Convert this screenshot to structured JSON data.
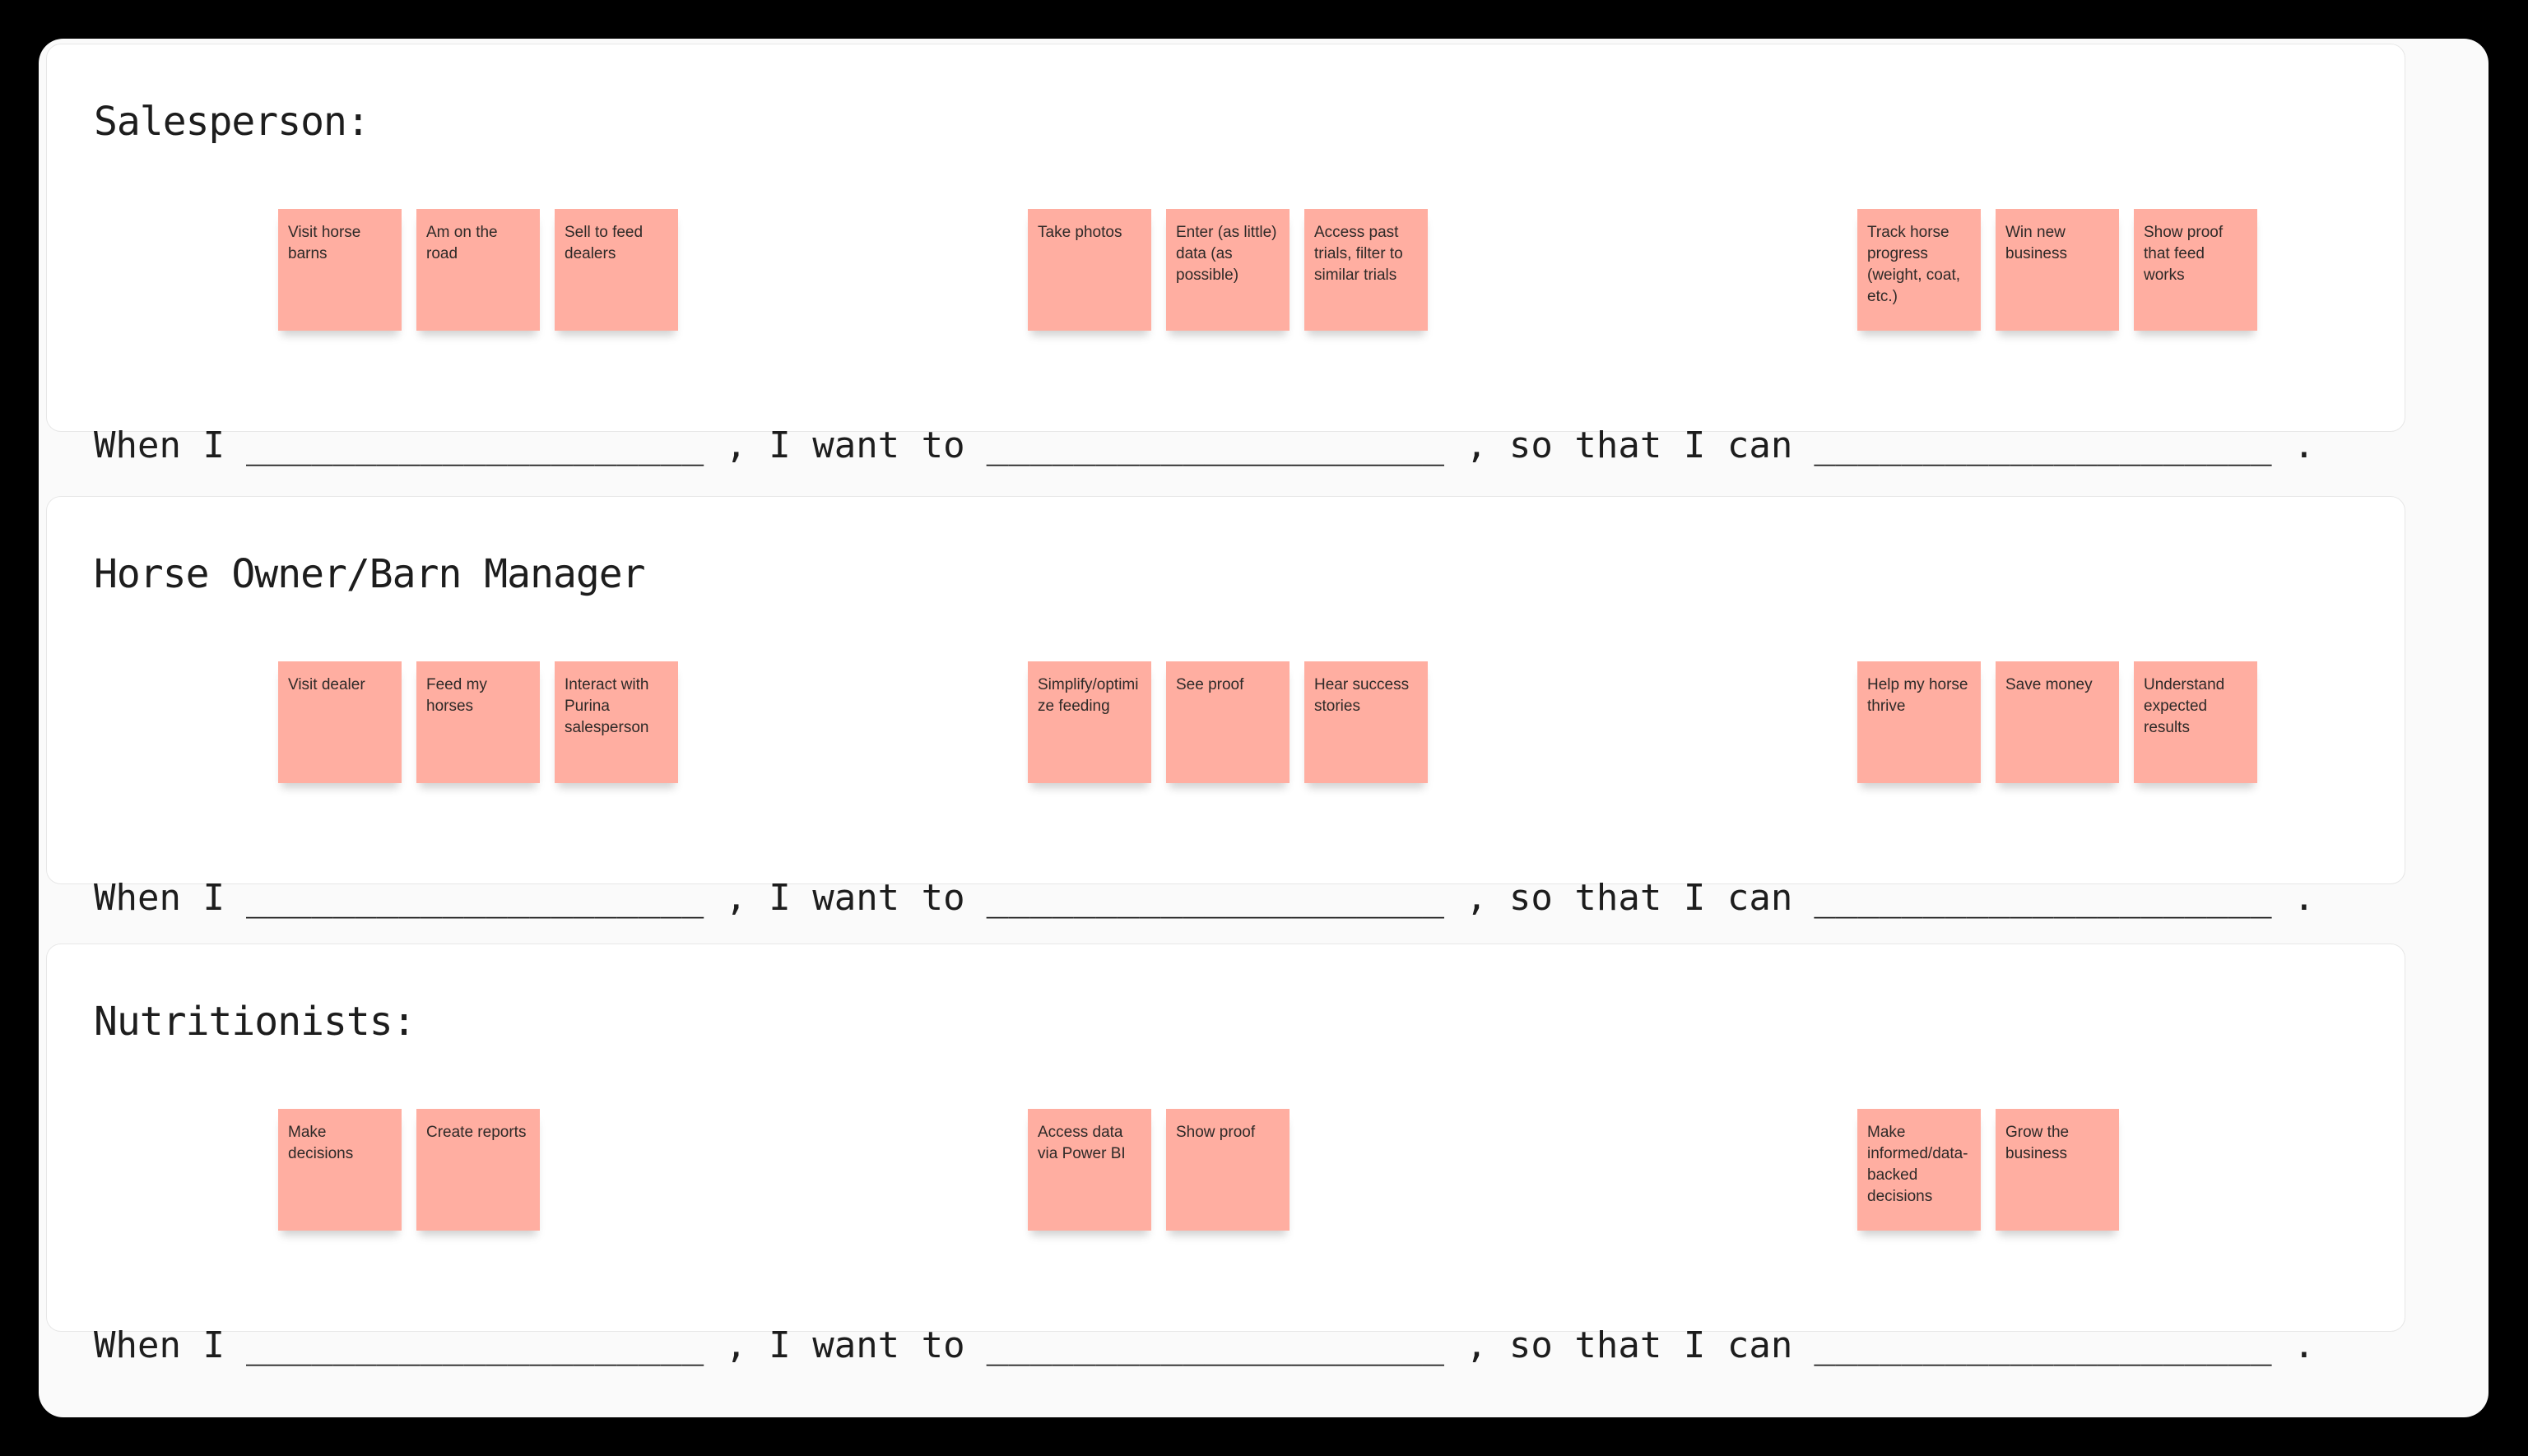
{
  "board": {
    "background_color": "#000000",
    "panel_color": "#FAFAFA",
    "card_color": "#FFFFFF",
    "card_border_color": "#E7E7E7",
    "sticky_color": "#FFAEA1",
    "text_color": "#1D1D1D"
  },
  "sentence": {
    "prefix": "When I",
    "blank": "_____________________",
    "mid1": ", I want to",
    "mid2": ", so that I can",
    "suffix": "."
  },
  "sections": [
    {
      "title": "Salesperson:",
      "groups": [
        [
          "Visit horse barns",
          "Am on the road",
          "Sell to feed dealers"
        ],
        [
          "Take photos",
          "Enter (as little) data (as possible)",
          "Access past trials, filter to similar trials"
        ],
        [
          "Track horse progress (weight, coat, etc.)",
          "Win new business",
          "Show proof that feed works"
        ]
      ]
    },
    {
      "title": "Horse Owner/Barn Manager",
      "groups": [
        [
          "Visit dealer",
          "Feed my horses",
          "Interact with Purina salesperson"
        ],
        [
          "Simplify/optimize feeding",
          "See proof",
          "Hear success stories"
        ],
        [
          "Help my horse thrive",
          "Save money",
          "Understand expected results"
        ]
      ]
    },
    {
      "title": "Nutritionists:",
      "groups": [
        [
          "Make decisions",
          "Create reports"
        ],
        [
          "Access data via Power BI",
          "Show proof"
        ],
        [
          "Make informed/data-backed decisions",
          "Grow the business"
        ]
      ]
    }
  ]
}
